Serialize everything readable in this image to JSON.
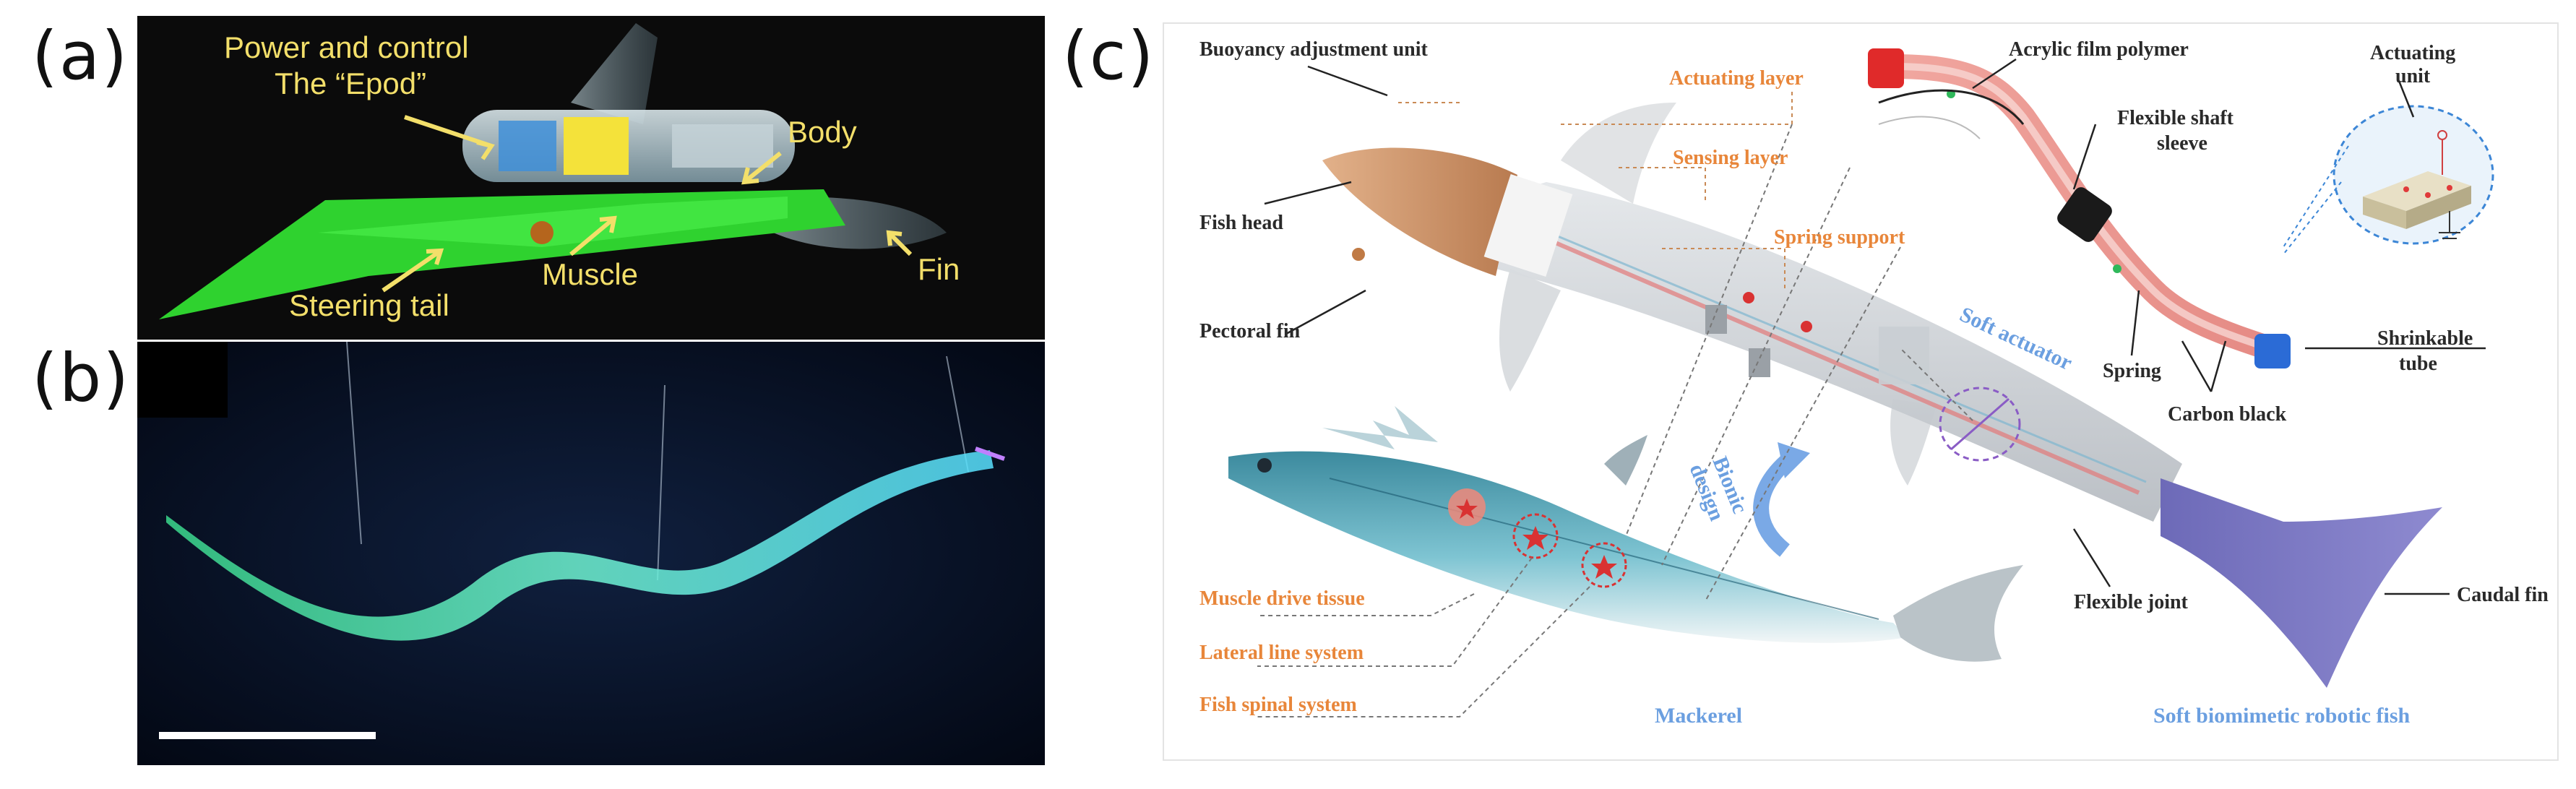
{
  "panel_a": {
    "letter": "(a)",
    "labels": {
      "power_line1": "Power and control",
      "power_line2": "The “Epod”",
      "body": "Body",
      "muscle": "Muscle",
      "fin": "Fin",
      "steering_tail": "Steering tail"
    }
  },
  "panel_b": {
    "letter": "(b)"
  },
  "panel_c": {
    "letter": "(c)",
    "labels": {
      "buoyancy": "Buoyancy adjustment unit",
      "actuating_layer": "Actuating layer",
      "sensing_layer": "Sensing layer",
      "spring_support": "Spring support",
      "fish_head": "Fish head",
      "pectoral_fin": "Pectoral fin",
      "acrylic": "Acrylic film polymer",
      "flexible_shaft_1": "Flexible shaft",
      "flexible_shaft_2": "sleeve",
      "actuating_unit_1": "Actuating",
      "actuating_unit_2": "unit",
      "soft_actuator": "Soft actuator",
      "spring": "Spring",
      "shrinkable_1": "Shrinkable",
      "shrinkable_2": "tube",
      "carbon_black": "Carbon black",
      "bionic_1": "Bionic",
      "bionic_2": "design",
      "flexible_joint": "Flexible joint",
      "caudal_fin": "Caudal fin",
      "muscle_drive": "Muscle drive tissue",
      "lateral_line": "Lateral line system",
      "spinal": "Fish spinal system",
      "mackerel": "Mackerel",
      "robotic_fish": "Soft biomimetic robotic fish"
    }
  },
  "colors": {
    "orange_label": "#e8863a",
    "blue_label": "#6b9fe0",
    "yellow_label": "#f3df6a",
    "green_robot": "#2fd22f",
    "glow": "#5ef0c0"
  }
}
